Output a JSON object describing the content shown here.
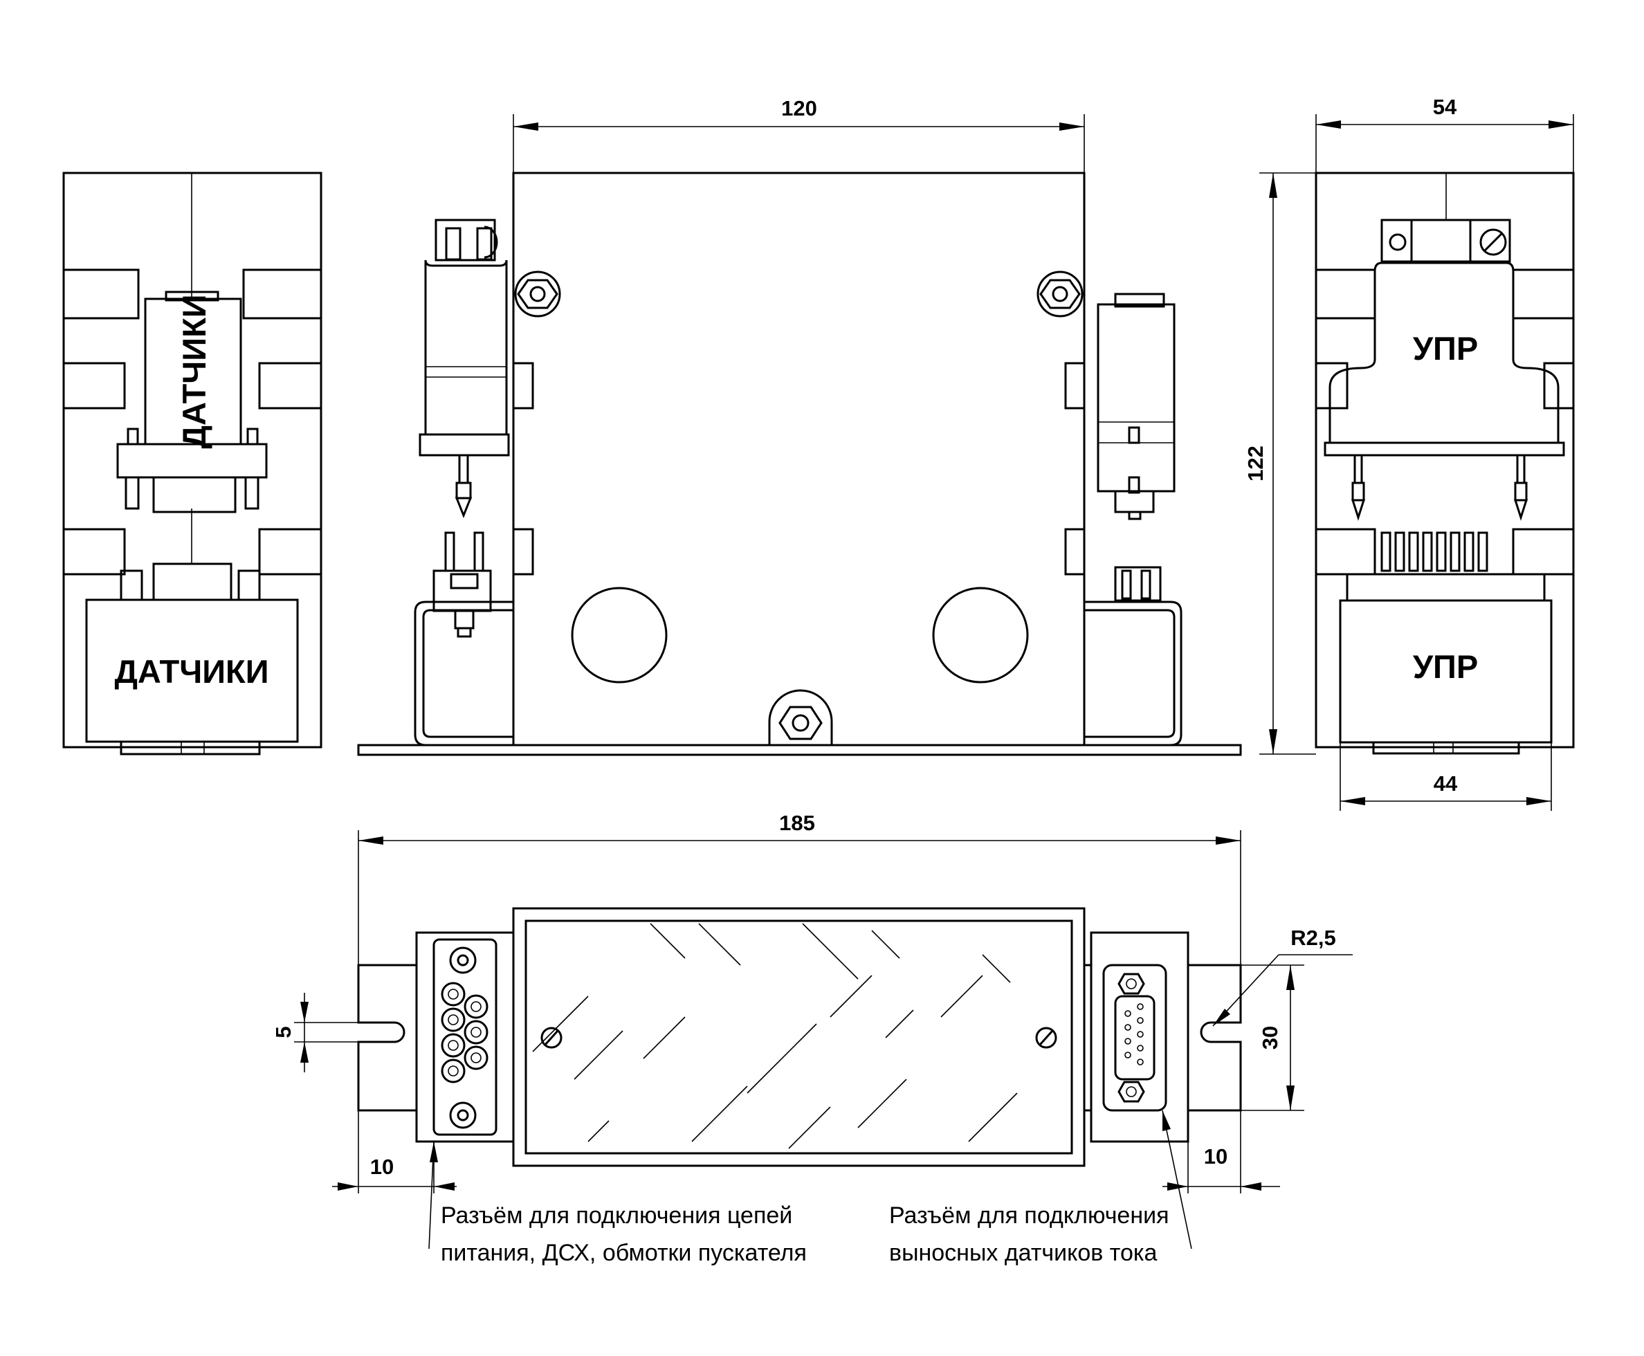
{
  "dimensions": {
    "top_width": "120",
    "right_width": "54",
    "right_height": "122",
    "right_bottom_width": "44",
    "bottom_length": "185",
    "slot_width": "5",
    "radius": "R2,5",
    "hole_spacing": "30",
    "left_offset": "10",
    "right_offset": "10"
  },
  "labels": {
    "left_connector_vertical": "ДАТЧИКИ",
    "left_block": "ДАТЧИКИ",
    "right_connector": "УПР",
    "right_block": "УПР"
  },
  "notes": {
    "left_line1": "Разъём для подключения цепей",
    "left_line2": "питания, ДСХ, обмотки пускателя",
    "right_line1": "Разъём для подключения",
    "right_line2": "выносных датчиков тока"
  }
}
